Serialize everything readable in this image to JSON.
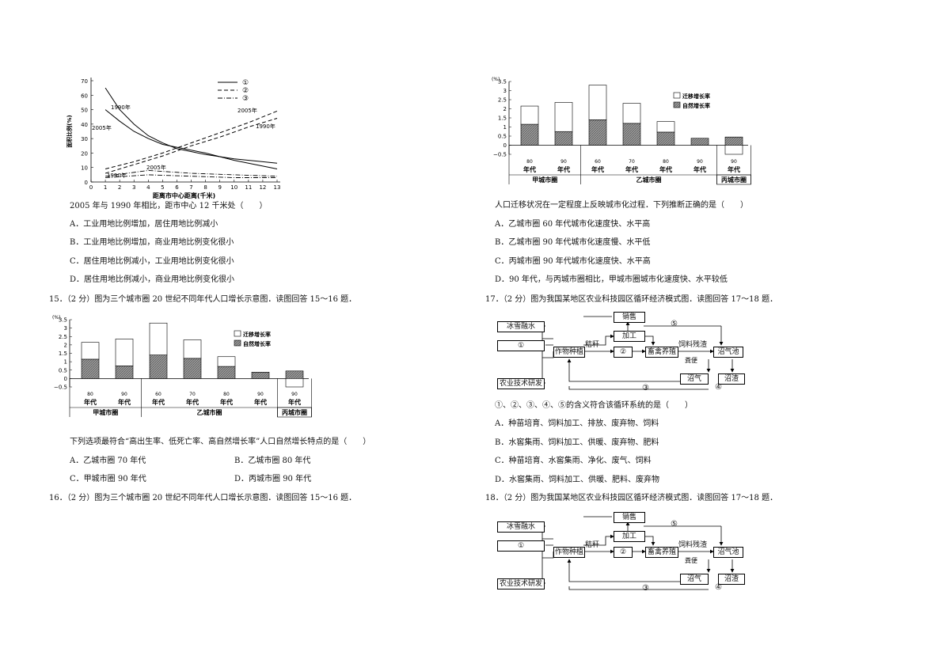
{
  "q14": {
    "stem": "2005 年与 1990 年相比，距市中心 12 千米处（　　）",
    "options": [
      "A．工业用地比例增加，居住用地比例减小",
      "B．工业用地比例增加，商业用地比例变化很小",
      "C．居住用地比例减小，工业用地比例变化很小",
      "D．居住用地比例减小，商业用地比例变化很小"
    ]
  },
  "q15": {
    "stem": "15．（2 分）图为三个城市圈 20 世纪不同年代人口增长示意图．读图回答 15～16 题．",
    "question": "下列选项最符合“高出生率、低死亡率、高自然增长率”人口自然增长特点的是（　　）",
    "options": [
      "A．乙城市圈 70 年代",
      "B．乙城市圈 80 年代",
      "C．甲城市圈 90 年代",
      "D．丙城市圈 90 年代"
    ]
  },
  "q16": {
    "stem": "16．（2 分）图为三个城市圈 20 世纪不同年代人口增长示意图．读图回答 15～16 题．",
    "question": "人口迁移状况在一定程度上反映城市化过程．下列推断正确的是（　　）",
    "options": [
      "A．乙城市圈 60 年代城市化速度快、水平高",
      "B．乙城市圈 90 年代城市化速度慢、水平低",
      "C．丙城市圈 90 年代城市化速度快、水平高",
      "D．90 年代，与丙城市圈相比，甲城市圈城市化速度快、水平较低"
    ]
  },
  "q17": {
    "stem": "17．（2 分）图为我国某地区农业科技园区循环经济模式图．读图回答 17～18 题．",
    "question": "①、②、③、④、⑤的含义符合该循环系统的是（　　）",
    "options": [
      "A．种苗培育、饲料加工、排放、废弃物、饲料",
      "B．水窖集雨、饲料加工、供暖、废弃物、肥料",
      "C．种苗培育、水窖集雨、净化、废气、饲料",
      "D．水窖集雨、饲料加工、供暖、肥料、废弃物"
    ]
  },
  "q18": {
    "stem": "18．（2 分）图为我国某地区农业科技园区循环经济模式图．读图回答 17～18 题．"
  },
  "landuse_chart": {
    "legend": [
      "①",
      "②",
      "③"
    ],
    "ylabel": "面积比例(%)",
    "xlabel": "距离市中心距离(千米)",
    "yticks": [
      "70",
      "60",
      "50",
      "40",
      "30",
      "20",
      "10",
      "0"
    ],
    "xticks": [
      "0",
      "1",
      "2",
      "3",
      "4",
      "5",
      "6",
      "7",
      "8",
      "9",
      "10",
      "11",
      "12",
      "13"
    ],
    "annotations": [
      "1990年",
      "2005年",
      "2005年",
      "1990年",
      "2005年",
      "1990年"
    ]
  },
  "chart_data": [
    {
      "type": "line",
      "xlabel": "距离市中心距离(千米)",
      "ylabel": "面积比例(%)",
      "xlim": [
        0,
        13
      ],
      "ylim": [
        0,
        70
      ],
      "series": [
        {
          "name": "①",
          "label": "1990年",
          "x": [
            1,
            2,
            3,
            4,
            5,
            6,
            8,
            10,
            12,
            13
          ],
          "y": [
            65,
            50,
            40,
            32,
            27,
            23,
            19,
            16,
            14,
            13
          ]
        },
        {
          "name": "①",
          "label": "2005年",
          "x": [
            1,
            2,
            3,
            4,
            5,
            6,
            8,
            10,
            12,
            13
          ],
          "y": [
            50,
            42,
            35,
            30,
            26,
            24,
            20,
            15,
            11,
            9
          ]
        },
        {
          "name": "②",
          "label": "2005年",
          "x": [
            1,
            3,
            5,
            7,
            9,
            11,
            13
          ],
          "y": [
            9,
            14,
            20,
            27,
            34,
            41,
            49
          ]
        },
        {
          "name": "②",
          "label": "1990年",
          "x": [
            1,
            3,
            5,
            7,
            9,
            11,
            13
          ],
          "y": [
            6,
            12,
            18,
            25,
            31,
            38,
            44
          ]
        },
        {
          "name": "③",
          "label": "2005年",
          "x": [
            1,
            4,
            7,
            10,
            13
          ],
          "y": [
            4,
            8,
            6,
            5,
            4
          ]
        },
        {
          "name": "③",
          "label": "1990年",
          "x": [
            1,
            4,
            7,
            10,
            13
          ],
          "y": [
            3,
            5,
            4,
            3,
            3
          ]
        }
      ]
    },
    {
      "type": "bar",
      "ylabel": "(%)",
      "ylim": [
        -0.5,
        3.5
      ],
      "yticks": [
        "3.5",
        "3",
        "2.5",
        "2",
        "1.5",
        "1",
        "0.5",
        "0",
        "−0.5"
      ],
      "categories": [
        "80\n年代",
        "90\n年代",
        "60\n年代",
        "70\n年代",
        "80\n年代",
        "90\n年代",
        "90\n年代"
      ],
      "groups": [
        "甲城市圈",
        "乙城市圈",
        "丙城市圈"
      ],
      "series": [
        {
          "name": "自然增长率",
          "values": [
            1.15,
            0.75,
            1.4,
            1.2,
            0.72,
            0.38,
            0.45
          ]
        },
        {
          "name": "迁移增长率",
          "values": [
            1.0,
            1.6,
            1.9,
            1.1,
            0.58,
            0.0,
            -0.5
          ]
        }
      ]
    }
  ],
  "flow": {
    "n1": "冰雪融水",
    "n2": "①",
    "n3": "农业技术研发",
    "n4": "作物种植",
    "n5": "②",
    "n6": "畜禽养殖",
    "n7": "加工",
    "n8": "销售",
    "n9": "沼气池",
    "n10": "沼气",
    "n11": "沼渣",
    "l1": "秸秆",
    "l2": "饲料残渣",
    "l3": "粪便",
    "l4": "⑤",
    "l5": "③",
    "l6": "④"
  },
  "colors": {
    "hatch": "#555555",
    "text": "#111111"
  }
}
